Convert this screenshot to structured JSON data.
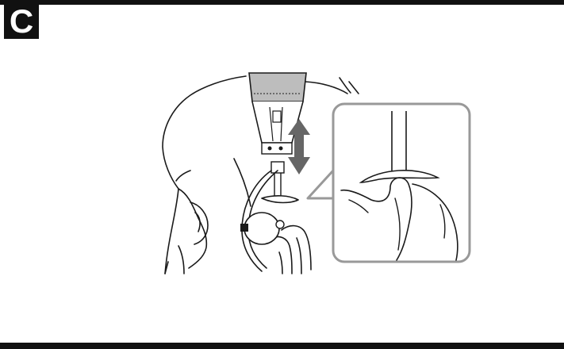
{
  "step": {
    "label": "C"
  },
  "figure": {
    "subject": "headphones-fitting-illustration",
    "arrow_direction": "up-down",
    "inset_shape": "rounded-rectangle"
  },
  "colors": {
    "rule": "#111111",
    "ink": "#1a1a1a",
    "arrow": "#666666",
    "headband_pad": "#bdbdbd",
    "inset_border": "#999999"
  }
}
